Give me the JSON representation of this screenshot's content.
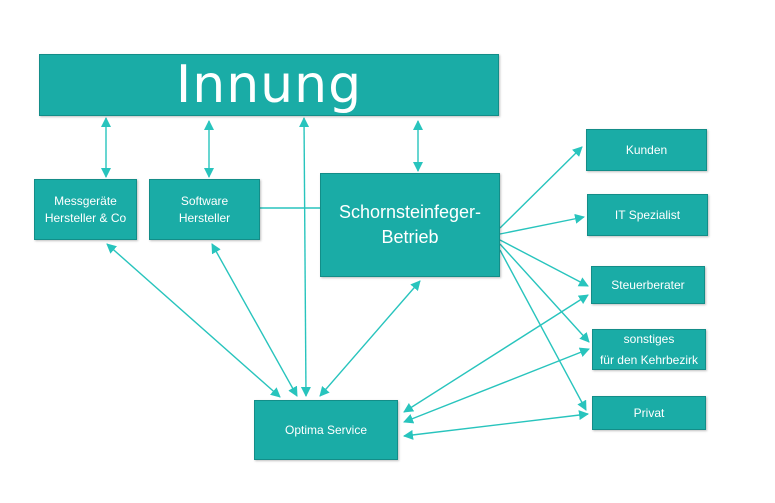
{
  "colors": {
    "box": "#1aaca6",
    "box_text": "#ffffff",
    "connector": "#28c4bd"
  },
  "nodes": {
    "innung": "Innung",
    "messgeraete": "Messgeräte\nHersteller & Co",
    "software": "Software\nHersteller",
    "betrieb": "Schornsteinfeger-\nBetrieb",
    "kunden": "Kunden",
    "it_spezialist": "IT Spezialist",
    "steuerberater": "Steuerberater",
    "sonstiges": "sonstiges\nfür den Kehrbezirk",
    "privat": "Privat",
    "optima": "Optima Service"
  },
  "connections": [
    {
      "from": "innung",
      "to": "messgeraete",
      "direction": "both"
    },
    {
      "from": "innung",
      "to": "software",
      "direction": "both"
    },
    {
      "from": "innung",
      "to": "optima",
      "direction": "both"
    },
    {
      "from": "innung",
      "to": "betrieb",
      "direction": "both"
    },
    {
      "from": "software",
      "to": "betrieb",
      "direction": "none"
    },
    {
      "from": "messgeraete",
      "to": "optima",
      "direction": "both"
    },
    {
      "from": "software",
      "to": "optima",
      "direction": "both"
    },
    {
      "from": "betrieb",
      "to": "optima",
      "direction": "both"
    },
    {
      "from": "betrieb",
      "to": "kunden",
      "direction": "forward"
    },
    {
      "from": "betrieb",
      "to": "it_spezialist",
      "direction": "forward"
    },
    {
      "from": "betrieb",
      "to": "steuerberater",
      "direction": "forward"
    },
    {
      "from": "betrieb",
      "to": "sonstiges",
      "direction": "forward"
    },
    {
      "from": "betrieb",
      "to": "privat",
      "direction": "forward"
    },
    {
      "from": "optima",
      "to": "steuerberater",
      "direction": "both"
    },
    {
      "from": "optima",
      "to": "sonstiges",
      "direction": "both"
    },
    {
      "from": "optima",
      "to": "privat",
      "direction": "both"
    }
  ]
}
